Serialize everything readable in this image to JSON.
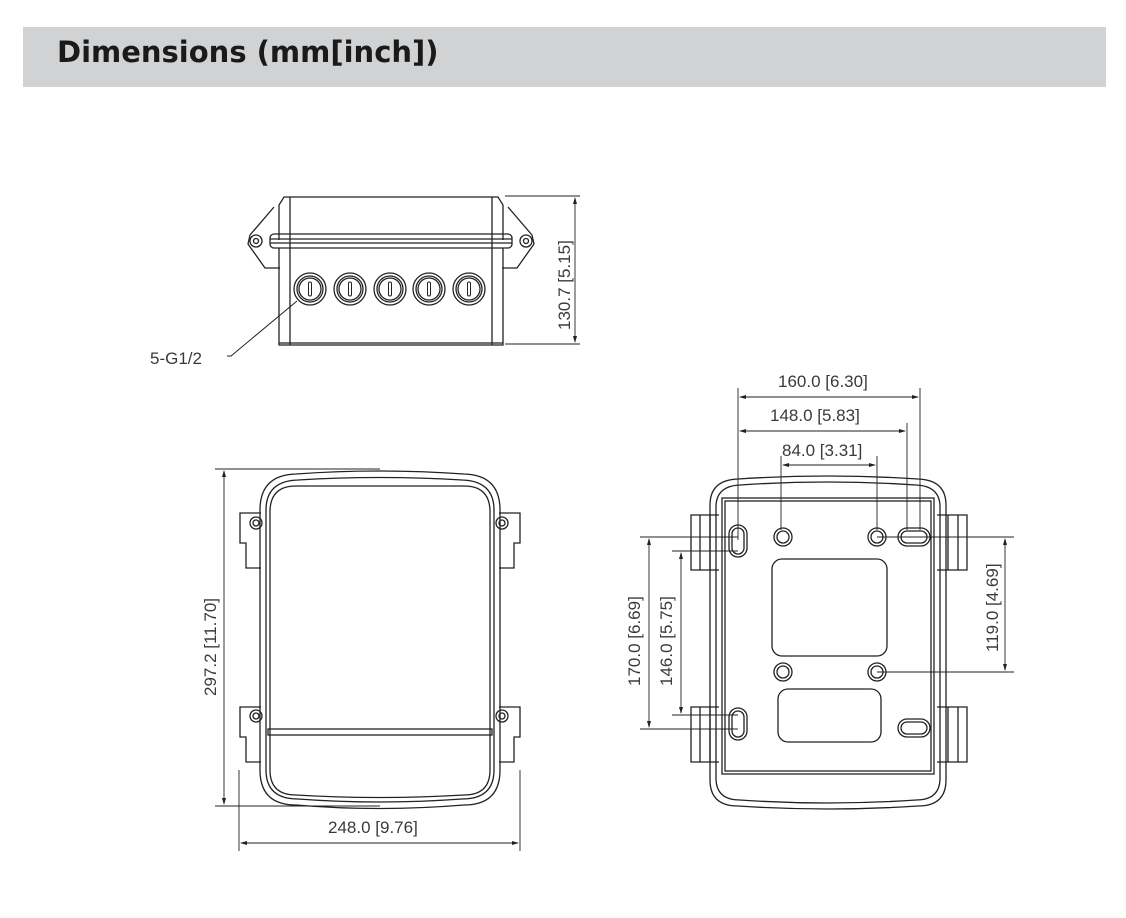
{
  "header": {
    "title": "Dimensions (mm[inch])",
    "background": "#d1d2d4"
  },
  "views": {
    "side_view": {
      "height_label": "130.7 [5.15]",
      "port_callout": "5-G1/2",
      "port_count": 5
    },
    "front_view": {
      "height_label": "297.2 [11.70]",
      "width_label": "248.0 [9.76]"
    },
    "back_view": {
      "width_outer_label": "160.0 [6.30]",
      "width_mid_label": "148.0 [5.83]",
      "width_inner_label": "84.0 [3.31]",
      "height_outer_label": "170.0 [6.69]",
      "height_inner_label": "146.0 [5.75]",
      "height_right_label": "119.0 [4.69]"
    }
  }
}
